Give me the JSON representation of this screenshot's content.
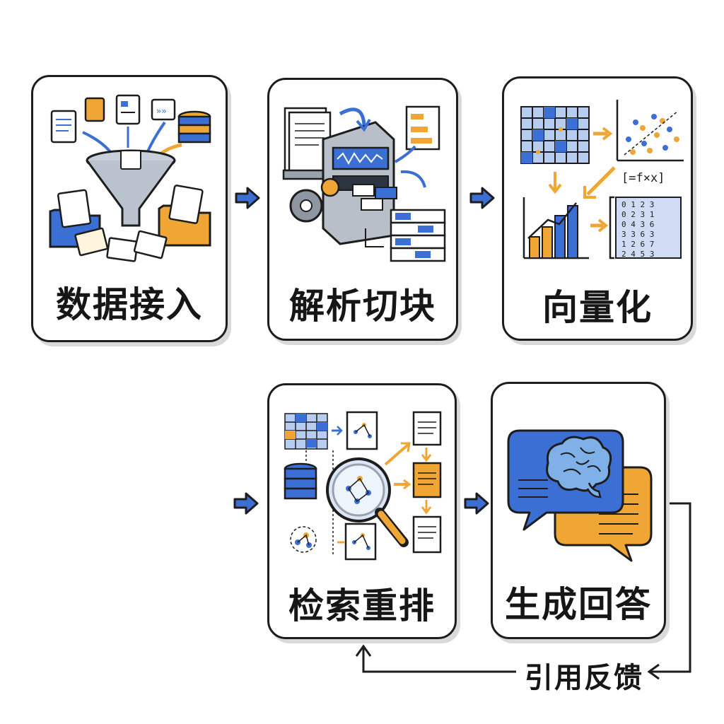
{
  "steps": [
    {
      "id": "ingest",
      "label": "数据接入"
    },
    {
      "id": "parse",
      "label": "解析切块"
    },
    {
      "id": "vectorize",
      "label": "向量化"
    },
    {
      "id": "retrieve",
      "label": "检索重排"
    },
    {
      "id": "generate",
      "label": "生成回答"
    }
  ],
  "feedback": {
    "label": "引用反馈"
  },
  "vectorize_formula": "[=f×x]",
  "matrix_rows": [
    "0 1 2 3",
    "0 2 3 1",
    "0 4 3 6",
    "3 3 6 3",
    "1 2 6 7",
    "2 4 5 3"
  ],
  "colors": {
    "accent_blue": "#3b6fd4",
    "accent_orange": "#f0a634",
    "ink": "#1d1d1d",
    "light_blue": "#b7cdf0"
  }
}
